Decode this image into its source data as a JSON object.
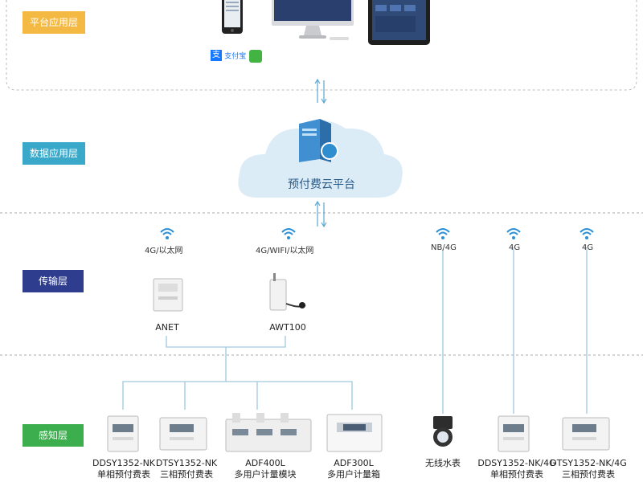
{
  "layers": {
    "platform": "平台应用层",
    "data": "数据应用层",
    "transmission": "传输层",
    "sensing": "感知层"
  },
  "cloud": {
    "label": "预付费云平台"
  },
  "logos": {
    "alipay": "支付宝"
  },
  "networks": [
    "4G/以太网",
    "4G/WIFI/以太网",
    "NB/4G",
    "4G",
    "4G"
  ],
  "gateways": [
    "ANET",
    "AWT100"
  ],
  "devices": [
    {
      "model": "DDSY1352-NK",
      "desc": "单相预付费表"
    },
    {
      "model": "DTSY1352-NK",
      "desc": "三相预付费表"
    },
    {
      "model": "ADF400L",
      "desc": "多用户计量模块"
    },
    {
      "model": "ADF300L",
      "desc": "多用户计量箱"
    },
    {
      "model": "",
      "desc": "无线水表"
    },
    {
      "model": "DDSY1352-NK/4G",
      "desc": "单相预付费表"
    },
    {
      "model": "DTSY1352-NK/4G",
      "desc": "三相预付费表"
    }
  ],
  "colors": {
    "platform": "#f4b942",
    "data": "#39a8c9",
    "transmission": "#2f3d8f",
    "sensing": "#3cae4e",
    "wifi": "#2a8fd6",
    "line": "#9fc9de"
  }
}
